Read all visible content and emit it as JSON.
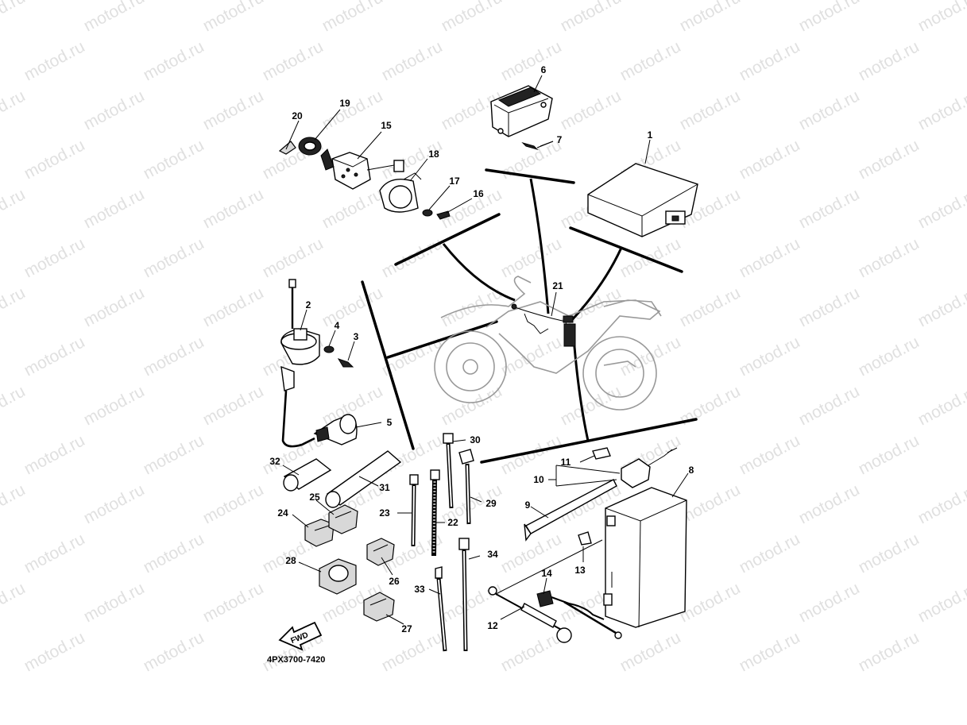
{
  "watermark": {
    "text": "motod.ru"
  },
  "diagram_code": "4PX3700-7420",
  "fwd_label": "FWD",
  "callouts": {
    "c1": "1",
    "c2": "2",
    "c3": "3",
    "c4": "4",
    "c5": "5",
    "c6": "6",
    "c7": "7",
    "c8": "8",
    "c9": "9",
    "c10": "10",
    "c11": "11",
    "c12": "12",
    "c13": "13",
    "c14": "14",
    "c15": "15",
    "c16": "16",
    "c17": "17",
    "c18": "18",
    "c19": "19",
    "c20": "20",
    "c21": "21",
    "c22": "22",
    "c23": "23",
    "c24": "24",
    "c25": "25",
    "c26": "26",
    "c27": "27",
    "c28": "28",
    "c29": "29",
    "c30": "30",
    "c31": "31",
    "c32": "32",
    "c33": "33",
    "c34": "34"
  }
}
